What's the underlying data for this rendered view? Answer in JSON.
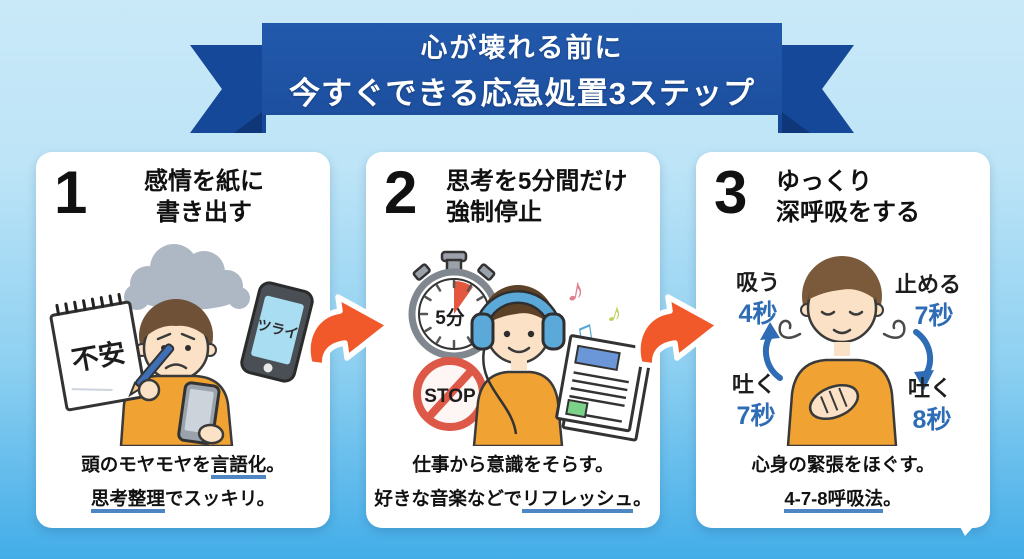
{
  "banner": {
    "line1": "心が壊れる前に",
    "line2": "今すぐできる応急処置3ステップ"
  },
  "steps": [
    {
      "number": "1",
      "title_line1": "感情を紙に",
      "title_line2": "書き出す",
      "illustration": {
        "notepad_text": "不安",
        "phone_text": "ツライ"
      },
      "desc": [
        {
          "segments": [
            {
              "text": "頭のモヤモヤを"
            },
            {
              "text": "言語化",
              "underline": true
            },
            {
              "text": "。"
            }
          ]
        },
        {
          "segments": [
            {
              "text": "思考整理",
              "underline": true
            },
            {
              "text": "でスッキリ。"
            }
          ]
        }
      ]
    },
    {
      "number": "2",
      "title_line1": "思考を5分間だけ",
      "title_line2": "強制停止",
      "illustration": {
        "timer_text": "5分",
        "stop_text": "STOP",
        "note_single": "♪",
        "note_double": "♫"
      },
      "desc": [
        {
          "segments": [
            {
              "text": "仕事から意識をそらす。"
            }
          ]
        },
        {
          "segments": [
            {
              "text": "好きな音楽などで"
            },
            {
              "text": "リフレッシュ",
              "underline": true
            },
            {
              "text": "。"
            }
          ]
        }
      ]
    },
    {
      "number": "3",
      "title_line1": "ゆっくり",
      "title_line2": "深呼吸をする",
      "illustration": {
        "labels": [
          {
            "word": "吸う",
            "sec": "4秒"
          },
          {
            "word": "止める",
            "sec": "7秒"
          },
          {
            "word": "吐く",
            "sec": "7秒"
          },
          {
            "word": "吐く",
            "sec": "8秒"
          }
        ]
      },
      "desc": [
        {
          "segments": [
            {
              "text": "心身の緊張をほぐす。"
            }
          ]
        },
        {
          "segments": [
            {
              "text": "4-7-8呼吸法",
              "underline": true
            },
            {
              "text": "。"
            }
          ]
        }
      ]
    }
  ],
  "colors": {
    "background_top": "#c9e9f8",
    "background_bottom": "#43ade8",
    "ribbon_blue": "#1d4f9f",
    "arrow_orange": "#f2592a",
    "underline_blue": "#4e86c3",
    "seconds_blue": "#2e6cb5",
    "sweater_orange": "#f0a232"
  }
}
